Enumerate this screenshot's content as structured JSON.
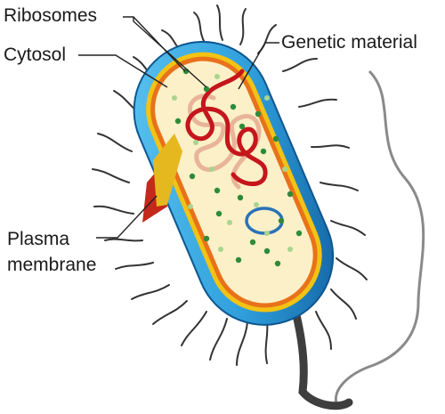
{
  "labels": {
    "ribosomes": "Ribosomes",
    "cytosol": "Cytosol",
    "genetic_material": "Genetic material",
    "plasma_line1": "Plasma",
    "plasma_line2": "membrane"
  },
  "colors": {
    "capsule": "#33a8e0",
    "capsule_dark": "#1676b8",
    "membrane_yellow": "#f2c314",
    "membrane_orange": "#e8721b",
    "cytosol": "#fbf0c8",
    "dna": "#c4161c",
    "ribosome": "#2e8b3a",
    "flagellum": "#7a7a7a"
  }
}
